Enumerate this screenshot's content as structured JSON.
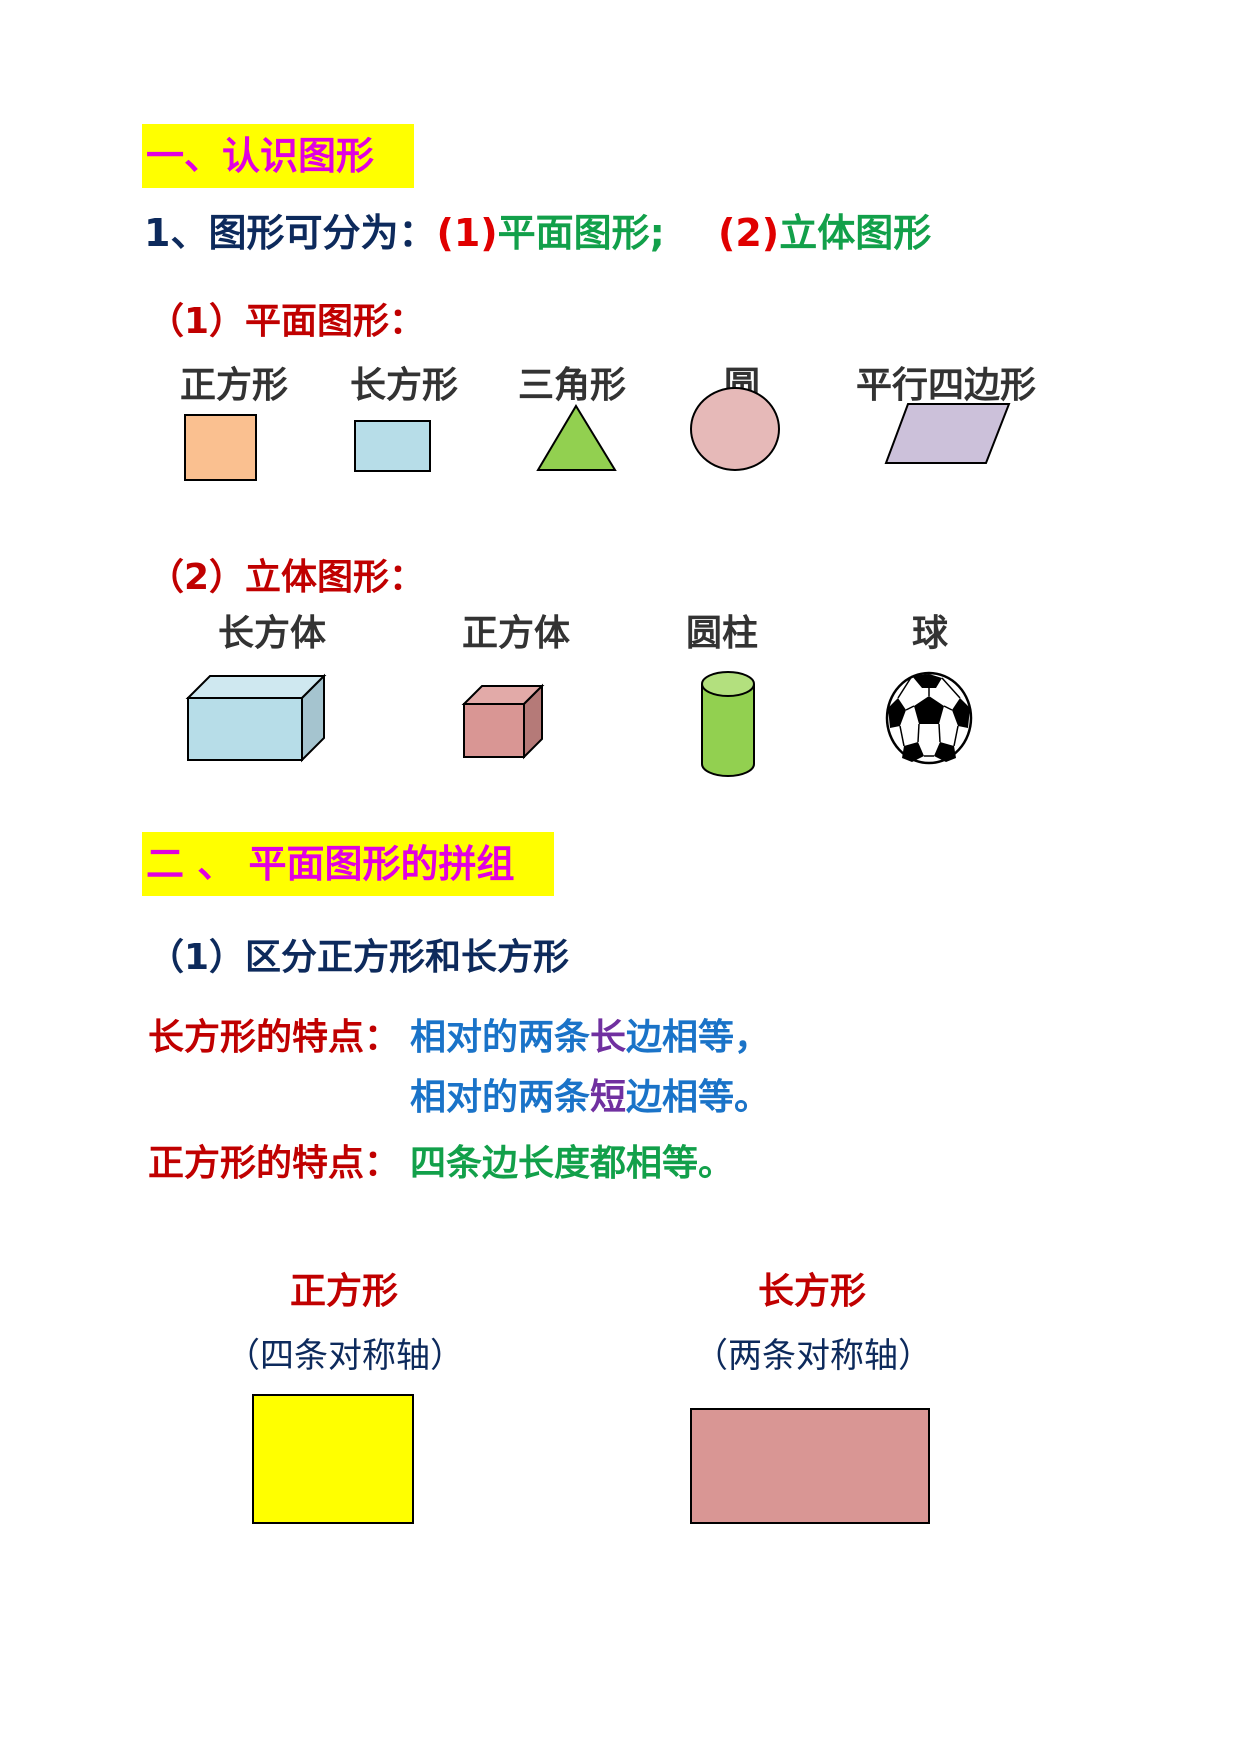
{
  "section1": {
    "heading": "一、认识图形",
    "line1": {
      "prefix": "1、图形可分为：",
      "n1": "(1)",
      "t1": "平面图形;",
      "n2": "(2)",
      "t2": "立体图形"
    },
    "plane": {
      "title": "（1）平面图形：",
      "shapes": [
        "正方形",
        "长方形",
        "三角形",
        "圆",
        "平行四边形"
      ]
    },
    "solid": {
      "title": "（2）立体图形：",
      "shapes": [
        "长方体",
        "正方体",
        "圆柱",
        "球"
      ]
    }
  },
  "section2": {
    "heading": "二 、 平面图形的拼组",
    "sub": "（1）区分正方形和长方形",
    "rect_feature": {
      "label": "长方形的特点：",
      "line1": [
        "相对的两条",
        "长",
        "边相等，"
      ],
      "line2": [
        "相对的两条",
        "短",
        "边相等。"
      ]
    },
    "square_feature": {
      "label": "正方形的特点：",
      "text": "四条边长度都相等。"
    },
    "square_box": {
      "title": "正方形",
      "axes": "（四条对称轴）",
      "color": "#ffff00"
    },
    "rect_box": {
      "title": "长方形",
      "axes": "（两条对称轴）",
      "color": "#d99694"
    }
  },
  "colors": {
    "square": "#fac090",
    "rectangle": "#b7dde8",
    "triangle": "#92d050",
    "circle": "#e6b9b8",
    "parallelogram": "#ccc1da",
    "cuboid": "#b7dde8",
    "cube": "#d99694",
    "cylinder": "#92d050"
  },
  "icons": [
    "square-shape",
    "rectangle-shape",
    "triangle-shape",
    "circle-shape",
    "parallelogram-shape",
    "cuboid-shape",
    "cube-shape",
    "cylinder-shape",
    "soccer-ball-icon"
  ]
}
